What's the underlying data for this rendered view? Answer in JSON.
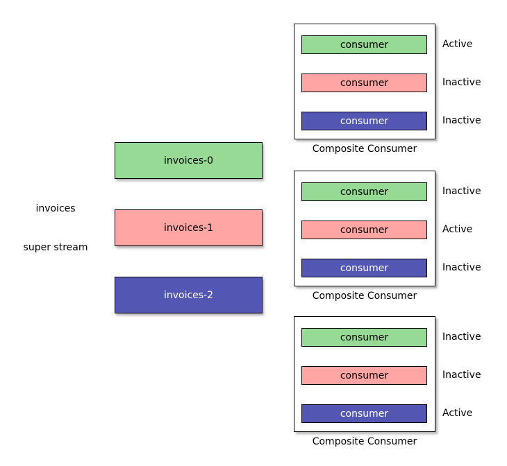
{
  "palette": {
    "green": "#96DA96",
    "pink": "#FFA6A4",
    "blue": "#5456B4",
    "border": "#000000",
    "background": "#FFFFFF"
  },
  "super_stream": {
    "name": "invoices",
    "type_label": "super stream",
    "partitions": [
      {
        "name": "invoices-0",
        "color": "#96DA96",
        "text_color": "#000000"
      },
      {
        "name": "invoices-1",
        "color": "#FFA6A4",
        "text_color": "#000000"
      },
      {
        "name": "invoices-2",
        "color": "#5456B4",
        "text_color": "#FFFFFF"
      }
    ]
  },
  "composite_consumers": [
    {
      "caption": "Composite Consumer",
      "consumers": [
        {
          "label": "consumer",
          "color": "#96DA96",
          "text_color": "#000000",
          "status": "Active"
        },
        {
          "label": "consumer",
          "color": "#FFA6A4",
          "text_color": "#000000",
          "status": "Inactive"
        },
        {
          "label": "consumer",
          "color": "#5456B4",
          "text_color": "#FFFFFF",
          "status": "Inactive"
        }
      ]
    },
    {
      "caption": "Composite Consumer",
      "consumers": [
        {
          "label": "consumer",
          "color": "#96DA96",
          "text_color": "#000000",
          "status": "Inactive"
        },
        {
          "label": "consumer",
          "color": "#FFA6A4",
          "text_color": "#000000",
          "status": "Active"
        },
        {
          "label": "consumer",
          "color": "#5456B4",
          "text_color": "#FFFFFF",
          "status": "Inactive"
        }
      ]
    },
    {
      "caption": "Composite Consumer",
      "consumers": [
        {
          "label": "consumer",
          "color": "#96DA96",
          "text_color": "#000000",
          "status": "Inactive"
        },
        {
          "label": "consumer",
          "color": "#FFA6A4",
          "text_color": "#000000",
          "status": "Inactive"
        },
        {
          "label": "consumer",
          "color": "#5456B4",
          "text_color": "#FFFFFF",
          "status": "Active"
        }
      ]
    }
  ]
}
